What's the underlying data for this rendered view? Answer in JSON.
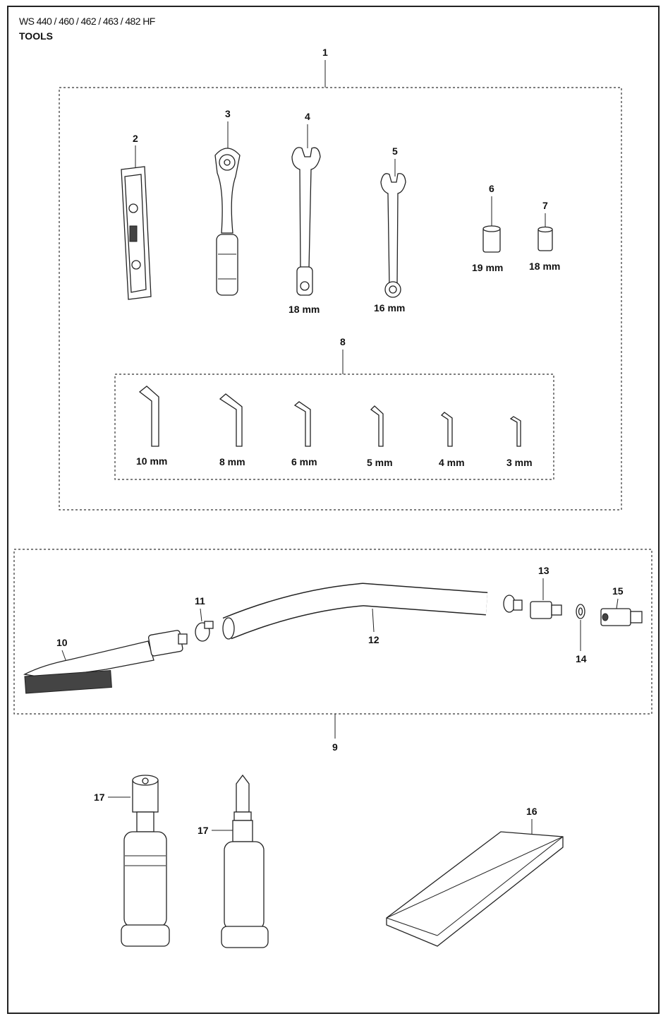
{
  "header": {
    "title": "WS 440 / 460 / 462 / 463 / 482 HF",
    "subtitle": "TOOLS"
  },
  "callouts": {
    "c1": "1",
    "c2": "2",
    "c3": "3",
    "c4": "4",
    "c5": "5",
    "c6": "6",
    "c7": "7",
    "c8": "8",
    "c9": "9",
    "c10": "10",
    "c11": "11",
    "c12": "12",
    "c13": "13",
    "c14": "14",
    "c15": "15",
    "c16": "16",
    "c17a": "17",
    "c17b": "17"
  },
  "sizes": {
    "wrench4": "18 mm",
    "wrench5": "16 mm",
    "socket6": "19 mm",
    "socket7": "18 mm",
    "hex": [
      "10 mm",
      "8 mm",
      "6 mm",
      "5 mm",
      "4 mm",
      "3 mm"
    ]
  }
}
